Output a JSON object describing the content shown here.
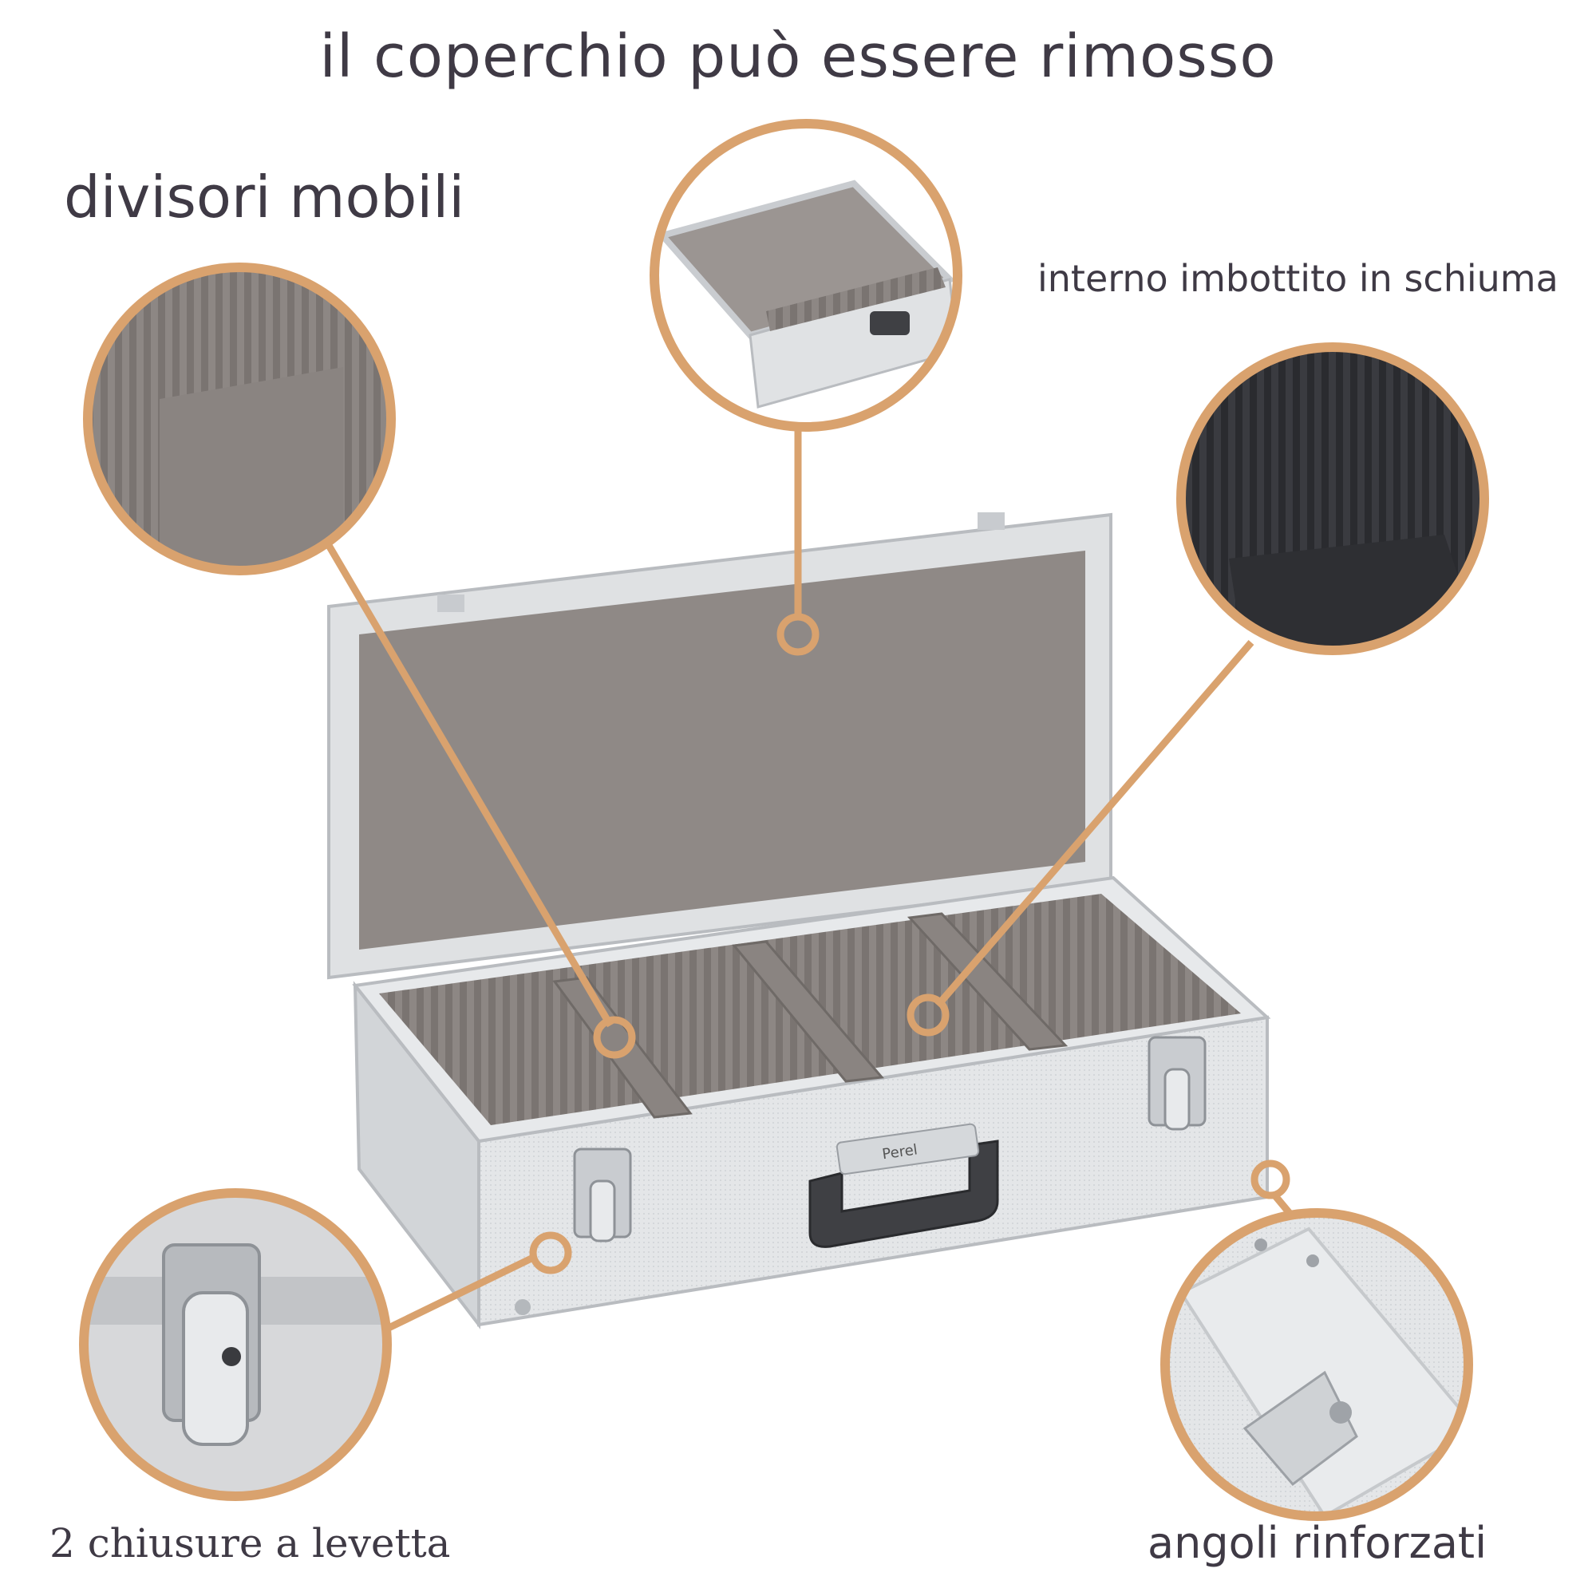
{
  "labels": {
    "title": "il coperchio può essere rimosso",
    "dividers": "divisori mobili",
    "foam": "interno imbottito in schiuma",
    "latches": "2 chiusure a levetta",
    "corners": "angoli rinforzati"
  },
  "product": {
    "handle_brand": "Perel"
  },
  "colors": {
    "accent": "#d9a26e",
    "text": "#3f3a45",
    "aluminum": "#d8dadd",
    "foam": "#8d8784",
    "foam_dark": "#2e2f33"
  }
}
